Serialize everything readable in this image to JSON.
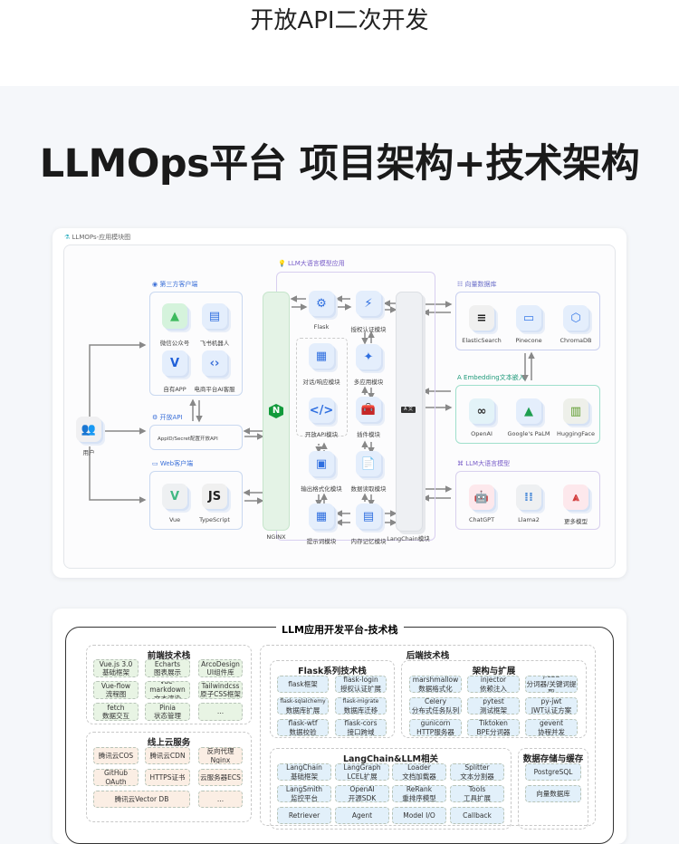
{
  "header": {
    "subtitle": "开放API二次开发",
    "title": "LLMOps平台 项目架构+技术架构"
  },
  "module_diagram": {
    "card_title": "LLMOPs-应用模块图",
    "user_label": "用户",
    "third_party": {
      "title": "第三方客户端",
      "items": [
        "微信公众号",
        "飞书机器人",
        "自有APP",
        "电商平台AI客服"
      ]
    },
    "open_api": {
      "title": "开放API",
      "text": "AppID/Secret配置开放API"
    },
    "web_client": {
      "title": "Web客户端",
      "items": [
        "Vue",
        "TypeScript"
      ]
    },
    "nginx_label": "NGINX",
    "llm_app": {
      "title": "LLM大语言模型应用",
      "modules": [
        "Flask",
        "授权认证模块",
        "对话/响应模块",
        "多应用模块",
        "开放API模块",
        "插件模块",
        "输出格式化模块",
        "数据读取模块",
        "提示词模块",
        "内存记忆模块"
      ]
    },
    "langchain_label": "LangChain模块",
    "vector_db": {
      "title": "向量数据库",
      "items": [
        "ElasticSearch",
        "Pinecone",
        "ChromaDB"
      ]
    },
    "embedding": {
      "title": "Embedding文本嵌入",
      "items": [
        "OpenAI",
        "Google's PaLM",
        "HuggingFace"
      ]
    },
    "llm": {
      "title": "LLM大语言模型",
      "items": [
        "ChatGPT",
        "Llama2",
        "更多模型"
      ]
    }
  },
  "tech_stack": {
    "title": "LLM应用开发平台-技术栈",
    "frontend": {
      "title": "前端技术栈",
      "items": [
        [
          "Vue.js 3.0",
          "基础框架"
        ],
        [
          "Echarts",
          "图表展示"
        ],
        [
          "ArcoDesign",
          "UI组件库"
        ],
        [
          "Vue-flow",
          "流程图"
        ],
        [
          "Vue-markdown",
          "文本渲染"
        ],
        [
          "Tailwindcss",
          "原子CSS框架"
        ],
        [
          "fetch",
          "数据交互"
        ],
        [
          "Pinia",
          "状态管理"
        ],
        [
          "...",
          ""
        ]
      ]
    },
    "cloud": {
      "title": "线上云服务",
      "items": [
        [
          "腾讯云COS",
          ""
        ],
        [
          "腾讯云CDN",
          ""
        ],
        [
          "反向代理",
          "Nginx"
        ],
        [
          "GitHub",
          "OAuth"
        ],
        [
          "HTTPS证书",
          ""
        ],
        [
          "云服务器ECS",
          ""
        ],
        [
          "腾讯云Vector DB",
          ""
        ],
        [
          "...",
          ""
        ]
      ]
    },
    "backend": {
      "title": "后端技术栈"
    },
    "flask": {
      "title": "Flask系列技术栈",
      "items": [
        [
          "flask框架",
          ""
        ],
        [
          "flask-login",
          "授权认证扩展"
        ],
        [
          "flask-sqlalchemy",
          "数据库扩展"
        ],
        [
          "flask-migrate",
          "数据库迁移"
        ],
        [
          "flask-wtf",
          "数据校验"
        ],
        [
          "flask-cors",
          "接口跨域"
        ]
      ]
    },
    "arch": {
      "title": "架构与扩展",
      "items": [
        [
          "marshmallow",
          "数据格式化"
        ],
        [
          "injector",
          "依赖注入"
        ],
        [
          "jieba",
          "分词器/关键词提取"
        ],
        [
          "Celery",
          "分布式任务队列"
        ],
        [
          "pytest",
          "测试框架"
        ],
        [
          "py-jwt",
          "JWT认证方案"
        ],
        [
          "gunicorn",
          "HTTP服务器"
        ],
        [
          "Tiktoken",
          "BPE分词器"
        ],
        [
          "gevent",
          "协程并发"
        ]
      ]
    },
    "langchain": {
      "title": "LangChain&LLM相关",
      "items": [
        [
          "LangChain",
          "基础框架"
        ],
        [
          "LangGraph",
          "LCEL扩展"
        ],
        [
          "Loader",
          "文档加载器"
        ],
        [
          "Splitter",
          "文本分割器"
        ],
        [
          "LangSmith",
          "监控平台"
        ],
        [
          "OpenAI",
          "开源SDK"
        ],
        [
          "ReRank",
          "重排序模型"
        ],
        [
          "Tools",
          "工具扩展"
        ],
        [
          "Retriever",
          ""
        ],
        [
          "Agent",
          ""
        ],
        [
          "Model I/O",
          ""
        ],
        [
          "Callback",
          ""
        ]
      ]
    },
    "storage": {
      "title": "数据存储与缓存",
      "items": [
        [
          "PostgreSQL",
          ""
        ],
        [
          "向量数据库",
          ""
        ]
      ]
    }
  },
  "colors": {
    "frontend_chip": "#e8f4e4",
    "cloud_chip": "#fbeee4",
    "backend_chip": "#e2f0fa",
    "nginx": "#e4f3e6",
    "embedding_border": "#9fe0cc"
  }
}
